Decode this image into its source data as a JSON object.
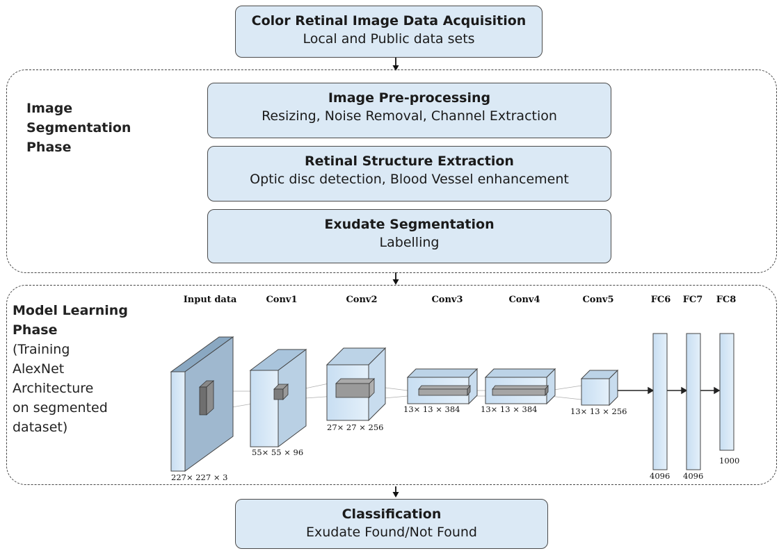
{
  "top_box": {
    "title": "Color Retinal Image Data Acquisition",
    "subtitle": "Local and Public data sets"
  },
  "segmentation_phase": {
    "label_lines": [
      "Image",
      "Segmentation",
      "Phase"
    ],
    "steps": [
      {
        "title": "Image Pre-processing",
        "subtitle": "Resizing, Noise Removal, Channel Extraction"
      },
      {
        "title": "Retinal Structure Extraction",
        "subtitle": "Optic disc detection, Blood Vessel enhancement"
      },
      {
        "title": "Exudate Segmentation",
        "subtitle": "Labelling"
      }
    ]
  },
  "learning_phase": {
    "label_bold_lines": [
      "Model Learning",
      "Phase"
    ],
    "label_lines": [
      "(Training",
      "AlexNet",
      "Architecture",
      "on segmented",
      "dataset)"
    ],
    "layers": [
      {
        "name": "Input data",
        "dims": "227× 227 × 3"
      },
      {
        "name": "Conv1",
        "dims": "55× 55 × 96"
      },
      {
        "name": "Conv2",
        "dims": "27× 27 × 256"
      },
      {
        "name": "Conv3",
        "dims": "13× 13 × 384"
      },
      {
        "name": "Conv4",
        "dims": "13× 13 × 384"
      },
      {
        "name": "Conv5",
        "dims": "13× 13 × 256"
      },
      {
        "name": "FC6",
        "dims": "4096"
      },
      {
        "name": "FC7",
        "dims": "4096"
      },
      {
        "name": "FC8",
        "dims": "1000"
      }
    ]
  },
  "bottom_box": {
    "title": "Classification",
    "subtitle": "Exudate Found/Not Found"
  },
  "colors": {
    "box_fill": "#dbe9f5",
    "layer_fill": "#d6e8f7",
    "border": "#4a4a4a"
  }
}
